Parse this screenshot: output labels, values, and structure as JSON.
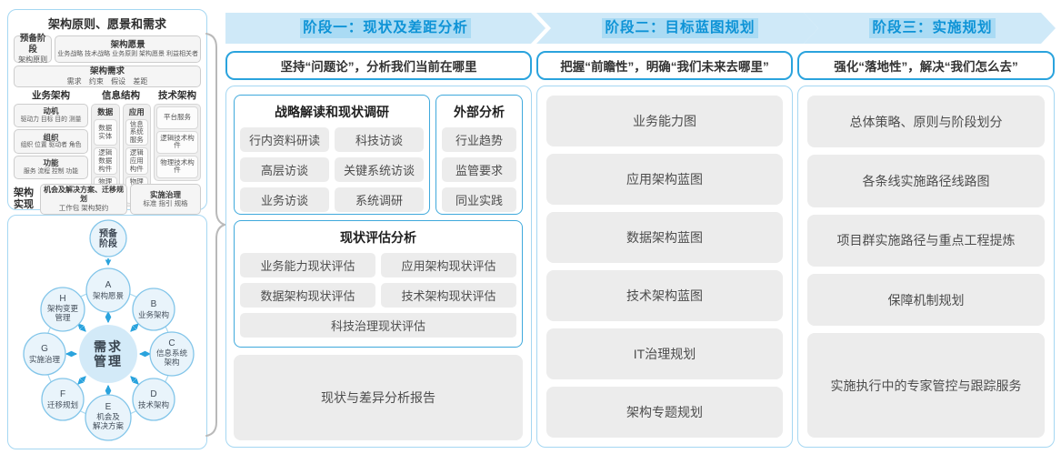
{
  "colors": {
    "accent_blue": "#0e93d6",
    "band_fill": "#cfe9f8",
    "subtitle_border": "#2aa3dd",
    "panel_border": "#a5d7f2",
    "group_border": "#3fa9dc",
    "item_gray": "#ececec",
    "circle_fill": "#e9f4fb",
    "circle_stroke": "#82c5e9",
    "center_fill": "#d3eaf8"
  },
  "framework_panel": {
    "title": "架构原则、愿景和需求",
    "prep": {
      "title": "预备阶段",
      "sub": "架构原则"
    },
    "vision": {
      "title": "架构愿景",
      "sub": "业务战略 技术战略 业务原则 架构愿景 利益相关者"
    },
    "requirements": {
      "title": "架构需求",
      "sub": "需求 约束 假设 差距"
    },
    "business": {
      "title": "业务架构",
      "items": [
        {
          "title": "动机",
          "sub": "驱动力 目标 目的 测量"
        },
        {
          "title": "组织",
          "sub": "组织 位置 驱动者 角色"
        },
        {
          "title": "功能",
          "sub": "服务 流程 控制 功能"
        }
      ]
    },
    "information": {
      "title": "信息结构",
      "columns": [
        {
          "title": "数据",
          "items": [
            "数据实体",
            "逻辑数据构件",
            "物理数据构件"
          ]
        },
        {
          "title": "应用",
          "items": [
            "信息系统服务",
            "逻辑应用构件",
            "物理应用构件"
          ]
        }
      ]
    },
    "technology": {
      "title": "技术架构",
      "items": [
        "平台服务",
        "逻辑技术构件",
        "物理技术构件"
      ]
    },
    "implementation": {
      "label": "架构实现",
      "box1": {
        "title": "机会及解决方案、迁移规划",
        "sub": "工作包 架构契约"
      },
      "box2": {
        "title": "实施治理",
        "sub": "标准 指引 规格"
      }
    }
  },
  "cycle": {
    "prep": {
      "lines": [
        "预备",
        "阶段"
      ]
    },
    "center": {
      "lines": [
        "需求",
        "管理"
      ]
    },
    "nodes": [
      {
        "letter": "A",
        "lines": [
          "架构愿景"
        ]
      },
      {
        "letter": "B",
        "lines": [
          "业务架构"
        ]
      },
      {
        "letter": "C",
        "lines": [
          "信息系统",
          "架构"
        ]
      },
      {
        "letter": "D",
        "lines": [
          "技术架构"
        ]
      },
      {
        "letter": "E",
        "lines": [
          "机会及",
          "解决方案"
        ]
      },
      {
        "letter": "F",
        "lines": [
          "迁移规划"
        ]
      },
      {
        "letter": "G",
        "lines": [
          "实施治理"
        ]
      },
      {
        "letter": "H",
        "lines": [
          "架构变更",
          "管理"
        ]
      }
    ]
  },
  "phases": [
    {
      "banner": "阶段一：现状及差距分析",
      "subtitle": "坚持“问题论”，分析我们当前在哪里",
      "research": {
        "title": "战略解读和现状调研",
        "items": [
          "行内资料研读",
          "科技访谈",
          "高层访谈",
          "关键系统访谈",
          "业务访谈",
          "系统调研"
        ]
      },
      "external": {
        "title": "外部分析",
        "items": [
          "行业趋势",
          "监管要求",
          "同业实践"
        ]
      },
      "assessment": {
        "title": "现状评估分析",
        "items": [
          "业务能力现状评估",
          "应用架构现状评估",
          "数据架构现状评估",
          "技术架构现状评估"
        ],
        "wide": "科技治理现状评估"
      },
      "report": "现状与差异分析报告"
    },
    {
      "banner": "阶段二：目标蓝图规划",
      "subtitle": "把握“前瞻性”，明确“我们未来去哪里”",
      "items": [
        "业务能力图",
        "应用架构蓝图",
        "数据架构蓝图",
        "技术架构蓝图",
        "IT治理规划",
        "架构专题规划"
      ]
    },
    {
      "banner": "阶段三：实施规划",
      "subtitle": "强化“落地性”，解决“我们怎么去”",
      "items": [
        "总体策略、原则与阶段划分",
        "各条线实施路径线路图",
        "项目群实施路径与重点工程提炼",
        "保障机制规划",
        "实施执行中的专家管控与跟踪服务"
      ]
    }
  ]
}
